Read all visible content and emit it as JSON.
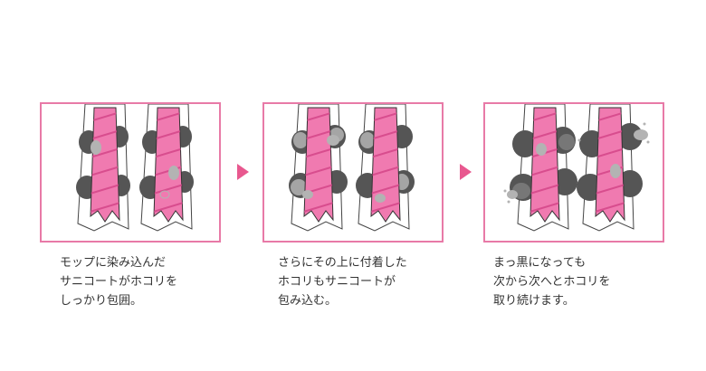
{
  "colors": {
    "frame": "#e87aa7",
    "arrow": "#e8588f",
    "mop_pink": "#f07ab0",
    "mop_stripe": "#d84d8e",
    "dust_dark": "#555555",
    "dust_light": "#b3b3b3"
  },
  "steps": [
    {
      "lines": [
        "モップに染み込んだ",
        "サニコートがホコリを",
        "しっかり包囲。"
      ]
    },
    {
      "lines": [
        "さらにその上に付着した",
        "ホコリもサニコートが",
        "包み込む。"
      ]
    },
    {
      "lines": [
        "まっ黒になっても",
        "次から次へとホコリを",
        "取り続けます。"
      ]
    }
  ]
}
